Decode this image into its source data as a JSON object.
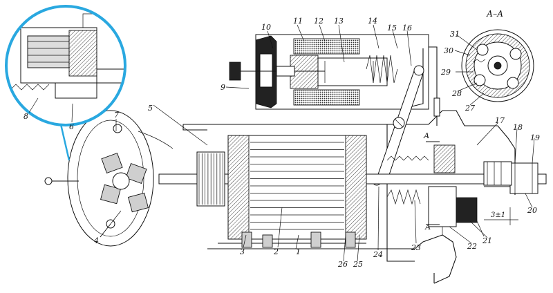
{
  "labels": {
    "n1": "1",
    "n2": "2",
    "n3": "3",
    "n4": "4",
    "n5": "5",
    "n6": "6",
    "n7": "7",
    "n8": "8",
    "n9": "9",
    "n10": "10",
    "n11": "11",
    "n12": "12",
    "n13": "13",
    "n14": "14",
    "n15": "15",
    "n16": "16",
    "n17": "17",
    "n18": "18",
    "n19": "19",
    "n20": "20",
    "n21": "21",
    "n22": "22",
    "n23": "23",
    "n24": "24",
    "n25": "25",
    "n26": "26",
    "n27": "27",
    "n28": "28",
    "n29": "29",
    "n30": "30",
    "n31": "31"
  },
  "section": {
    "title": "А–А",
    "marker_top": "А",
    "marker_bottom": "А"
  },
  "dimension": "3±1",
  "colors": {
    "line": "#111111",
    "inset_ring": "#29a8e0",
    "background": "#ffffff"
  }
}
